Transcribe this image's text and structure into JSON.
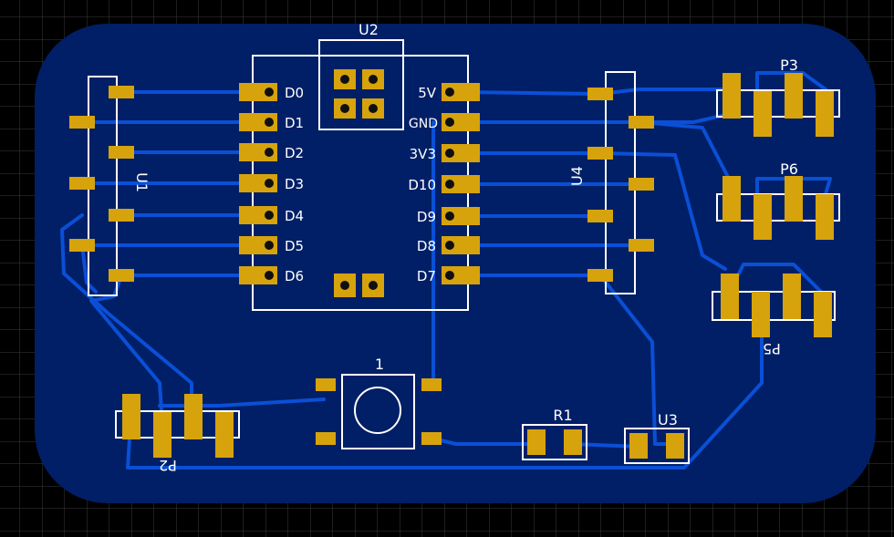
{
  "colors": {
    "background": "#000000",
    "grid": "#3a3a3a",
    "board": "#001f66",
    "trace": "#0a4fd6",
    "pad": "#d6a30d",
    "silkscreen": "#ffffff",
    "drill": "#101010"
  },
  "components": {
    "u2": {
      "designator": "U2"
    },
    "u1": {
      "designator": "U1"
    },
    "u4": {
      "designator": "U4"
    },
    "u3": {
      "designator": "U3"
    },
    "r1": {
      "designator": "R1"
    },
    "p2": {
      "designator": "P2"
    },
    "p3": {
      "designator": "P3"
    },
    "p5": {
      "designator": "P5"
    },
    "p6": {
      "designator": "P6"
    },
    "sw1": {
      "label": "1"
    }
  },
  "u2_pins": {
    "left": [
      "D0",
      "D1",
      "D2",
      "D3",
      "D4",
      "D5",
      "D6"
    ],
    "right": [
      "5V",
      "GND",
      "3V3",
      "D10",
      "D9",
      "D8",
      "D7"
    ]
  }
}
